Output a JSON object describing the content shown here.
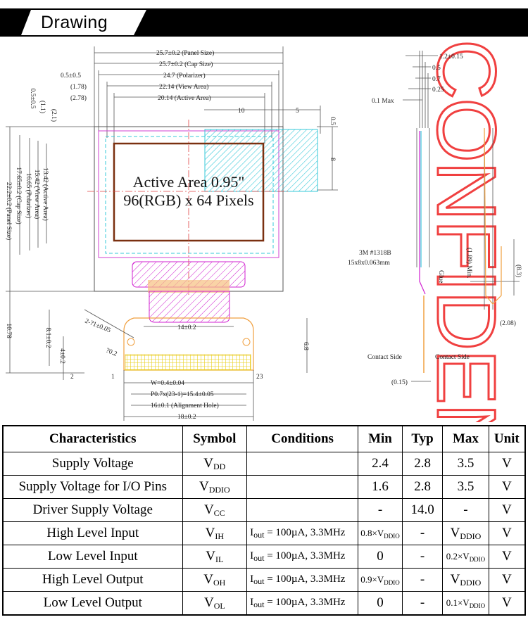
{
  "header": {
    "title": "Drawing"
  },
  "drawing": {
    "active_area_line1": "Active Area 0.95\"",
    "active_area_line2": "96(RGB) x 64 Pixels",
    "dims": {
      "panel_size": "25.7±0.2 (Panel Size)",
      "cap_size": "25.7±0.2 (Cap Size)",
      "polarizer": "24.7 (Polarizer)",
      "view_area": "22.14 (View Area)",
      "active_area": "20.14 (Active Area)",
      "off_05": "0.5±0.5",
      "off_178": "(1.78)",
      "off_278": "(2.78)",
      "d10": "10",
      "d5": "5",
      "d05": "0.5",
      "d8": "8",
      "v_panel": "22.2±0.2 (Panel Size)",
      "v_cap": "17.65±0.2 (Cap Size)",
      "v_pol": "16.65 (Polarizer)",
      "v_view": "15.42 (View Area)",
      "v_active": "13.42 (Active Area)",
      "v_05": "0.5±0.5",
      "v_11": "(1.1)",
      "v_21": "(2.1)",
      "v_1078": "10.78",
      "v_81": "8.1±0.2",
      "v_4": "4±0.2",
      "v_2": "2",
      "v_68": "6.8",
      "r291": "2-?1±0.05",
      "r02": "?0.2",
      "fpc_14": "14±0.2",
      "pin1": "1",
      "pin23": "23",
      "w": "W=0.4±0.04",
      "pitch": "P0.7x(23-1)=15.4±0.05",
      "align_hole": "16±0.1 (Alignment Hole)",
      "fpc_18": "18±0.2",
      "s12": "1.2±0.15",
      "s05": "0.5",
      "s07": "0.7",
      "s025": "0.25",
      "s01": "0.1 Max",
      "tape": "3M #1318B",
      "tape_size": "15x8x0.063mm",
      "glue": "Glue",
      "s189": "(1.89) Min.",
      "s83": "(8.3)",
      "s208": "(2.08)",
      "contact_left": "Contact Side",
      "contact_right": "Contact Side",
      "s015": "(0.15)"
    },
    "watermark": "CONFIDEN"
  },
  "table": {
    "headers": [
      "Characteristics",
      "Symbol",
      "Conditions",
      "Min",
      "Typ",
      "Max",
      "Unit"
    ],
    "rows": [
      {
        "char": "Supply Voltage",
        "sym": "V",
        "sub": "DD",
        "cond": "",
        "csub": "",
        "csuf": "",
        "min": "2.4",
        "minsub": "",
        "typ": "2.8",
        "max": "3.5",
        "maxsub": "",
        "unit": "V"
      },
      {
        "char": "Supply Voltage for I/O Pins",
        "sym": "V",
        "sub": "DDIO",
        "cond": "",
        "csub": "",
        "csuf": "",
        "min": "1.6",
        "minsub": "",
        "typ": "2.8",
        "max": "3.5",
        "maxsub": "",
        "unit": "V"
      },
      {
        "char": "Driver Supply Voltage",
        "sym": "V",
        "sub": "CC",
        "cond": "",
        "csub": "",
        "csuf": "",
        "min": "-",
        "minsub": "",
        "typ": "14.0",
        "max": "-",
        "maxsub": "",
        "unit": "V"
      },
      {
        "char": "High Level Input",
        "sym": "V",
        "sub": "IH",
        "cond": "I",
        "csub": "out",
        "csuf": " = 100µA, 3.3MHz",
        "min": "0.8×V",
        "minsub": "DDIO",
        "typ": "-",
        "max": "V",
        "maxsub": "DDIO",
        "unit": "V"
      },
      {
        "char": "Low Level Input",
        "sym": "V",
        "sub": "IL",
        "cond": "I",
        "csub": "out",
        "csuf": " = 100µA, 3.3MHz",
        "min": "0",
        "minsub": "",
        "typ": "-",
        "max": "0.2×V",
        "maxsub": "DDIO",
        "unit": "V"
      },
      {
        "char": "High Level Output",
        "sym": "V",
        "sub": "OH",
        "cond": "I",
        "csub": "out",
        "csuf": " = 100µA, 3.3MHz",
        "min": "0.9×V",
        "minsub": "DDIO",
        "typ": "-",
        "max": "V",
        "maxsub": "DDIO",
        "unit": "V"
      },
      {
        "char": "Low Level Output",
        "sym": "V",
        "sub": "OL",
        "cond": "I",
        "csub": "out",
        "csuf": " = 100µA, 3.3MHz",
        "min": "0",
        "minsub": "",
        "typ": "-",
        "max": "0.1×V",
        "maxsub": "DDIO",
        "unit": "V"
      }
    ]
  }
}
